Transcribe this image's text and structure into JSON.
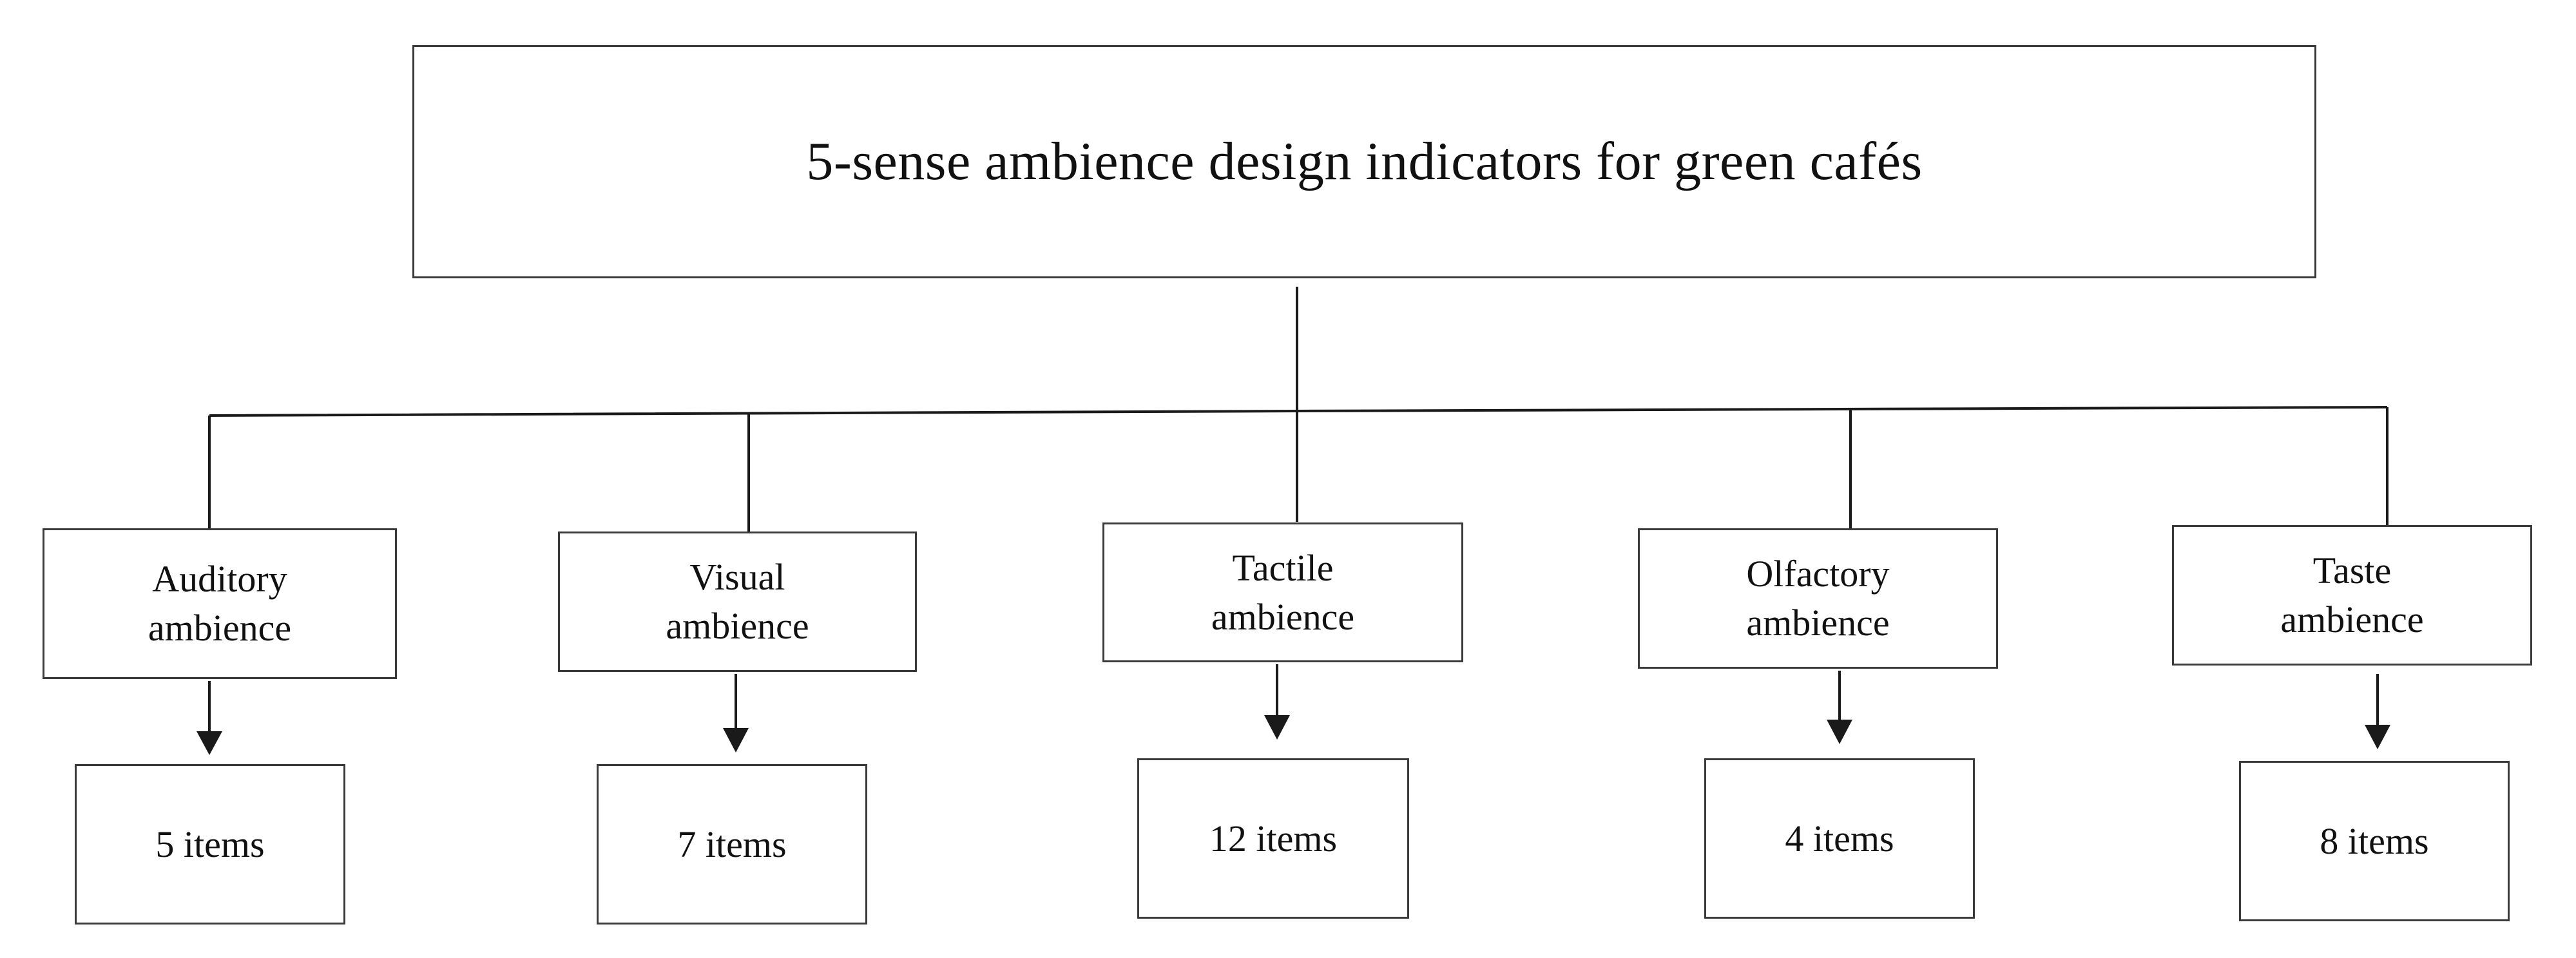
{
  "diagram": {
    "title": "5-sense ambience design indicators for green cafés",
    "categories": [
      {
        "label": "Auditory\nambience",
        "count": "5 items"
      },
      {
        "label": "Visual\nambience",
        "count": "7 items"
      },
      {
        "label": "Tactile\nambience",
        "count": "12 items"
      },
      {
        "label": "Olfactory\nambience",
        "count": "4 items"
      },
      {
        "label": "Taste\nambience",
        "count": "8 items"
      }
    ]
  },
  "colors": {
    "line": "#1a1a1a",
    "box_border": "#3a3a3a",
    "background": "#ffffff"
  }
}
